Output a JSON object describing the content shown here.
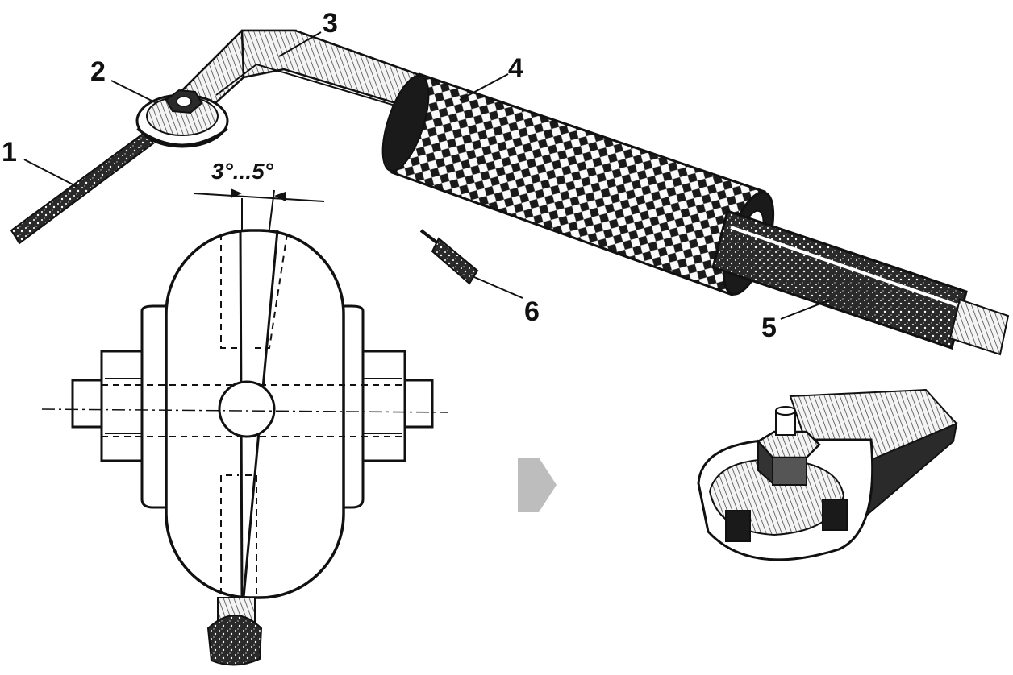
{
  "labels": {
    "part_1": "1",
    "part_2": "2",
    "part_3": "3",
    "part_4": "4",
    "part_5": "5",
    "part_6": "6"
  },
  "angle_label": "3°...5°",
  "colors": {
    "ink": "#111111",
    "paper": "#ffffff",
    "arrow": "#bdbdbd"
  }
}
